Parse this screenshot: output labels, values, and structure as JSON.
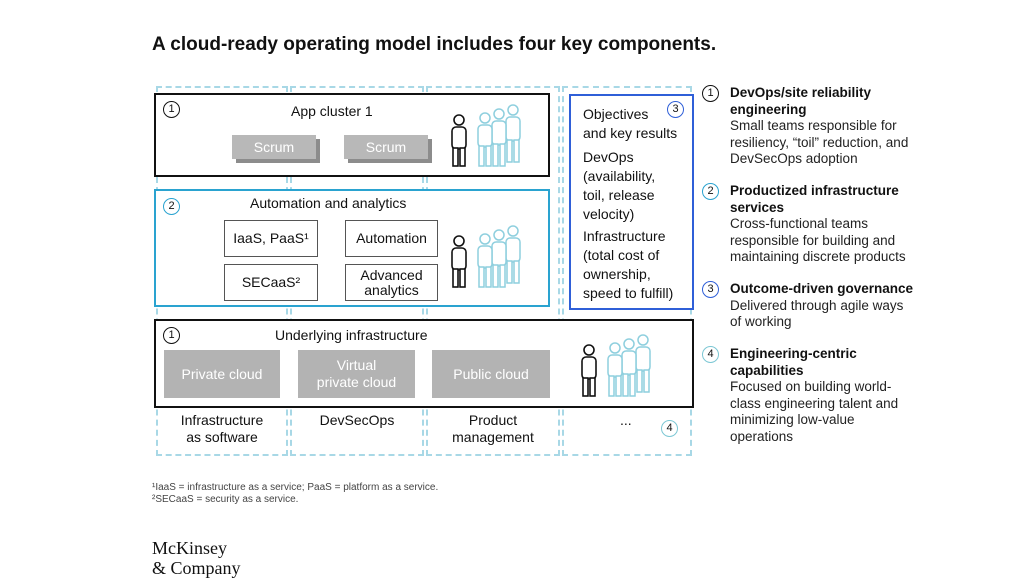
{
  "title": "A cloud-ready operating model includes four key components.",
  "app_cluster": {
    "number": "1",
    "label": "App cluster 1",
    "scrum_1": "Scrum",
    "scrum_2": "Scrum"
  },
  "automation": {
    "number": "2",
    "label": "Automation and analytics",
    "box_1": "IaaS, PaaS¹",
    "box_2": "Automation",
    "box_3": "SECaaS²",
    "box_4_line1": "Advanced",
    "box_4_line2": "analytics"
  },
  "okr": {
    "number": "3",
    "heading_line1": "Objectives",
    "heading_line2": "and key results",
    "devops_label": "DevOps",
    "devops_l1": "(availability,",
    "devops_l2": "toil, release",
    "devops_l3": "velocity)",
    "infra_label": "Infrastructure",
    "infra_l1": "(total cost of",
    "infra_l2": "ownership,",
    "infra_l3": "speed to fulfill)"
  },
  "underlying": {
    "number": "1",
    "label": "Underlying infrastructure",
    "private_cloud": "Private cloud",
    "virtual_l1": "Virtual",
    "virtual_l2": "private cloud",
    "public_cloud": "Public cloud"
  },
  "columns": {
    "col1_l1": "Infrastructure",
    "col1_l2": "as software",
    "col2": "DevSecOps",
    "col3_l1": "Product",
    "col3_l2": "management",
    "col4": "...",
    "col4_number": "4"
  },
  "legend": [
    {
      "number": "1",
      "heading_l1": "DevOps/site reliability",
      "heading_l2": "engineering",
      "body": [
        "Small teams responsible for",
        "resiliency, “toil” reduction, and",
        "DevSecOps adoption"
      ]
    },
    {
      "number": "2",
      "heading_l1": "Productized infrastructure",
      "heading_l2": "services",
      "body": [
        "Cross-functional teams",
        "responsible for building and",
        "maintaining discrete products"
      ]
    },
    {
      "number": "3",
      "heading_l1": "Outcome-driven governance",
      "heading_l2": "",
      "body": [
        "Delivered through agile ways",
        "of working"
      ]
    },
    {
      "number": "4",
      "heading_l1": "Engineering-centric",
      "heading_l2": "capabilities",
      "body": [
        "Focused on building world-",
        "class engineering talent and",
        "minimizing low-value",
        "operations"
      ]
    }
  ],
  "footnotes": {
    "f1": "¹IaaS = infrastructure as a service; PaaS = platform as a service.",
    "f2": "²SECaaS = security as a service."
  },
  "logo": {
    "line1": "McKinsey",
    "line2": "& Company"
  },
  "colors": {
    "cyan": "#2aa3d0",
    "blue": "#2f5fd8",
    "teal": "#7cc7d4",
    "gray": "#b3b3b3"
  }
}
